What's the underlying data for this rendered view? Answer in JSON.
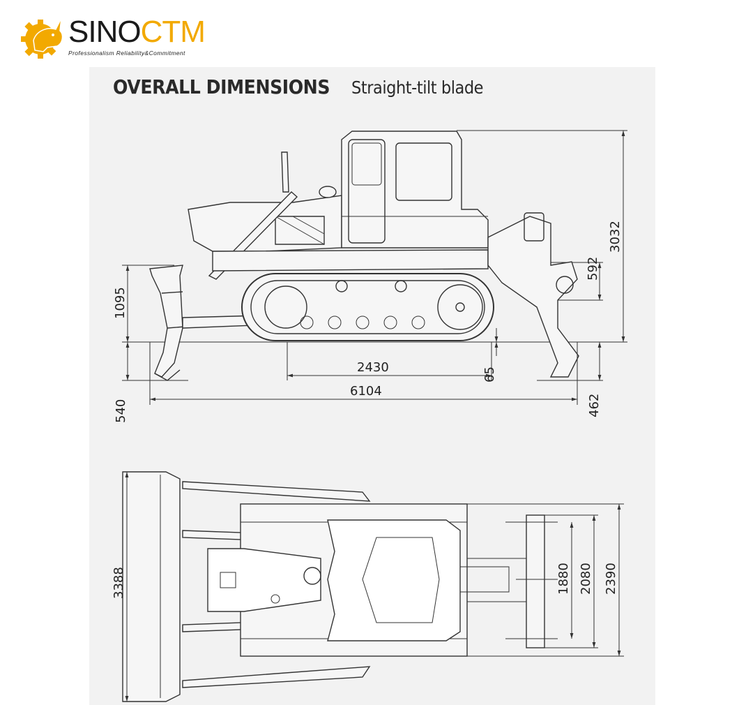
{
  "brand": {
    "name_part1": "SINO",
    "name_part2": "CTM",
    "tagline": "Professionalism Reliability&Commitment",
    "accent_color": "#f2a900"
  },
  "heading": {
    "main": "OVERALL DIMENSIONS",
    "sub": "Straight-tilt blade"
  },
  "side_view": {
    "dim_3032": "3032",
    "dim_592": "592",
    "dim_1095": "1095",
    "dim_2430": "2430",
    "dim_65": "65",
    "dim_6104": "6104",
    "dim_540": "540",
    "dim_462": "462"
  },
  "top_view": {
    "dim_3388": "3388",
    "dim_1880": "1880",
    "dim_2080": "2080",
    "dim_2390": "2390"
  },
  "icons": [
    "rhino-gear-logo-icon"
  ]
}
